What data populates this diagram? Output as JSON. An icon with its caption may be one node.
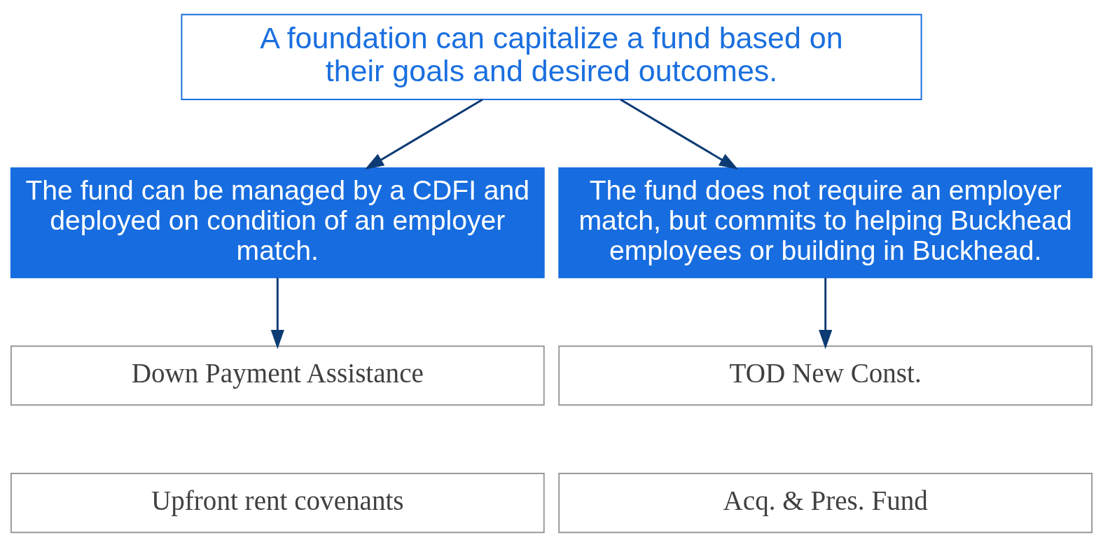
{
  "diagram": {
    "nodes": [
      {
        "text": [
          "A foundation can capitalize a fund based on their goals and desired outcomes."
        ]
      },
      {
        "text": [
          "The fund can be managed by a CDFI and deployed on condition of an employer match."
        ]
      },
      {
        "text": [
          "The fund does not require an employer match, but commits to helping Buckhead employees or building in Buckhead."
        ]
      },
      {
        "text": [
          "Down Payment Assistance"
        ]
      },
      {
        "text": [
          "Upfront rent covenants"
        ]
      },
      {
        "text": [
          "TOD New Const."
        ]
      },
      {
        "text": [
          "Acq. & Pres. Fund"
        ]
      }
    ],
    "edges": [
      {
        "from": 0,
        "to": 1,
        "arrow": "to"
      },
      {
        "from": 0,
        "to": 2,
        "arrow": "to"
      },
      {
        "from": 1,
        "to": 3,
        "arrow": "to"
      },
      {
        "from": 2,
        "to": 5,
        "arrow": "to"
      }
    ]
  }
}
